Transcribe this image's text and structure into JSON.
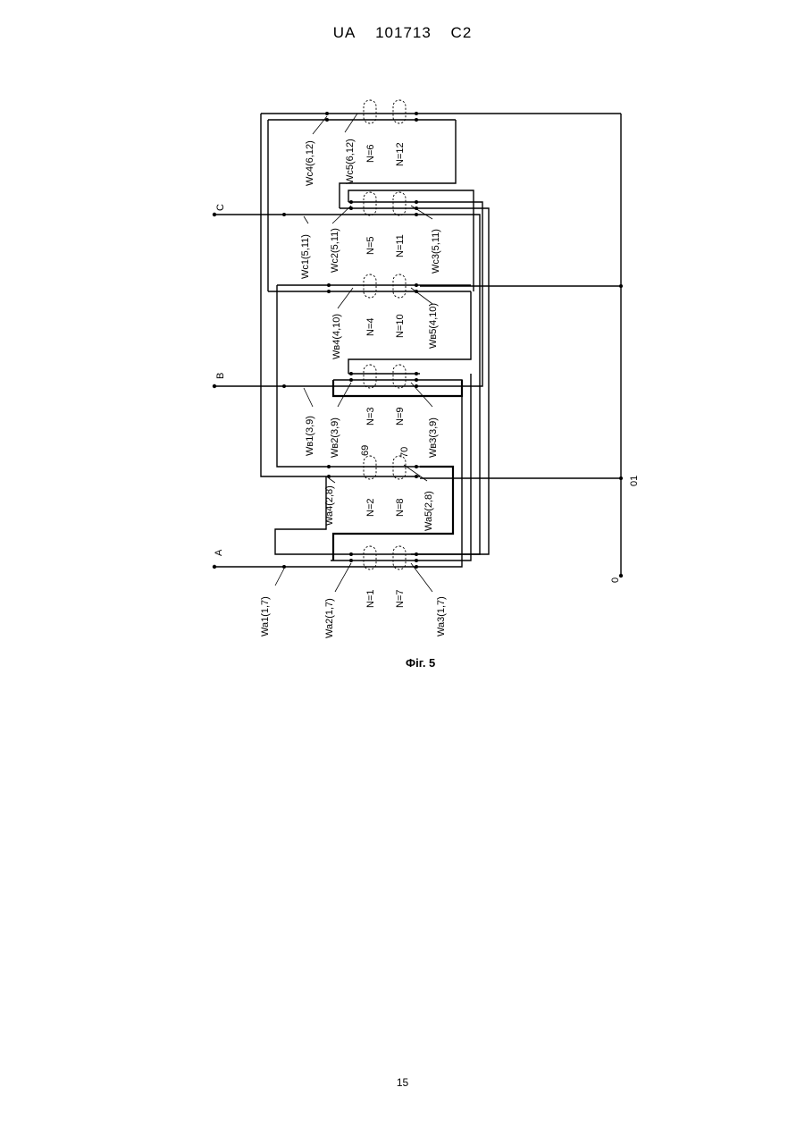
{
  "header": {
    "country": "UA",
    "number": "101713",
    "kind": "C2"
  },
  "page_number": "15",
  "figure_caption": "Фіг. 5",
  "phases": {
    "a": "A",
    "b": "B",
    "c": "C"
  },
  "neutrals": {
    "n0": "0",
    "n01": "01"
  },
  "misc_labels": {
    "l69": "69",
    "l70": "70"
  },
  "winding_labels": {
    "wa1": "Wa1(1,7)",
    "wa2": "Wa2(1,7)",
    "wa3": "Wa3(1,7)",
    "wa4": "Wa4(2,8)",
    "wa5": "Wa5(2,8)",
    "wb1": "Wв1(3,9)",
    "wb2": "Wв2(3,9)",
    "wb3": "Wв3(3,9)",
    "wb4": "Wв4(4,10)",
    "wb5": "Wв5(4,10)",
    "wc1": "Wc1(5,11)",
    "wc2": "Wc2(5,11)",
    "wc3": "Wc3(5,11)",
    "wc4": "Wc4(6,12)",
    "wc5": "Wc5(6,12)"
  },
  "coil_labels": {
    "n1": "N=1",
    "n2": "N=2",
    "n3": "N=3",
    "n4": "N=4",
    "n5": "N=5",
    "n6": "N=6",
    "n7": "N=7",
    "n8": "N=8",
    "n9": "N=9",
    "n10": "N=10",
    "n11": "N=11",
    "n12": "N=12"
  }
}
